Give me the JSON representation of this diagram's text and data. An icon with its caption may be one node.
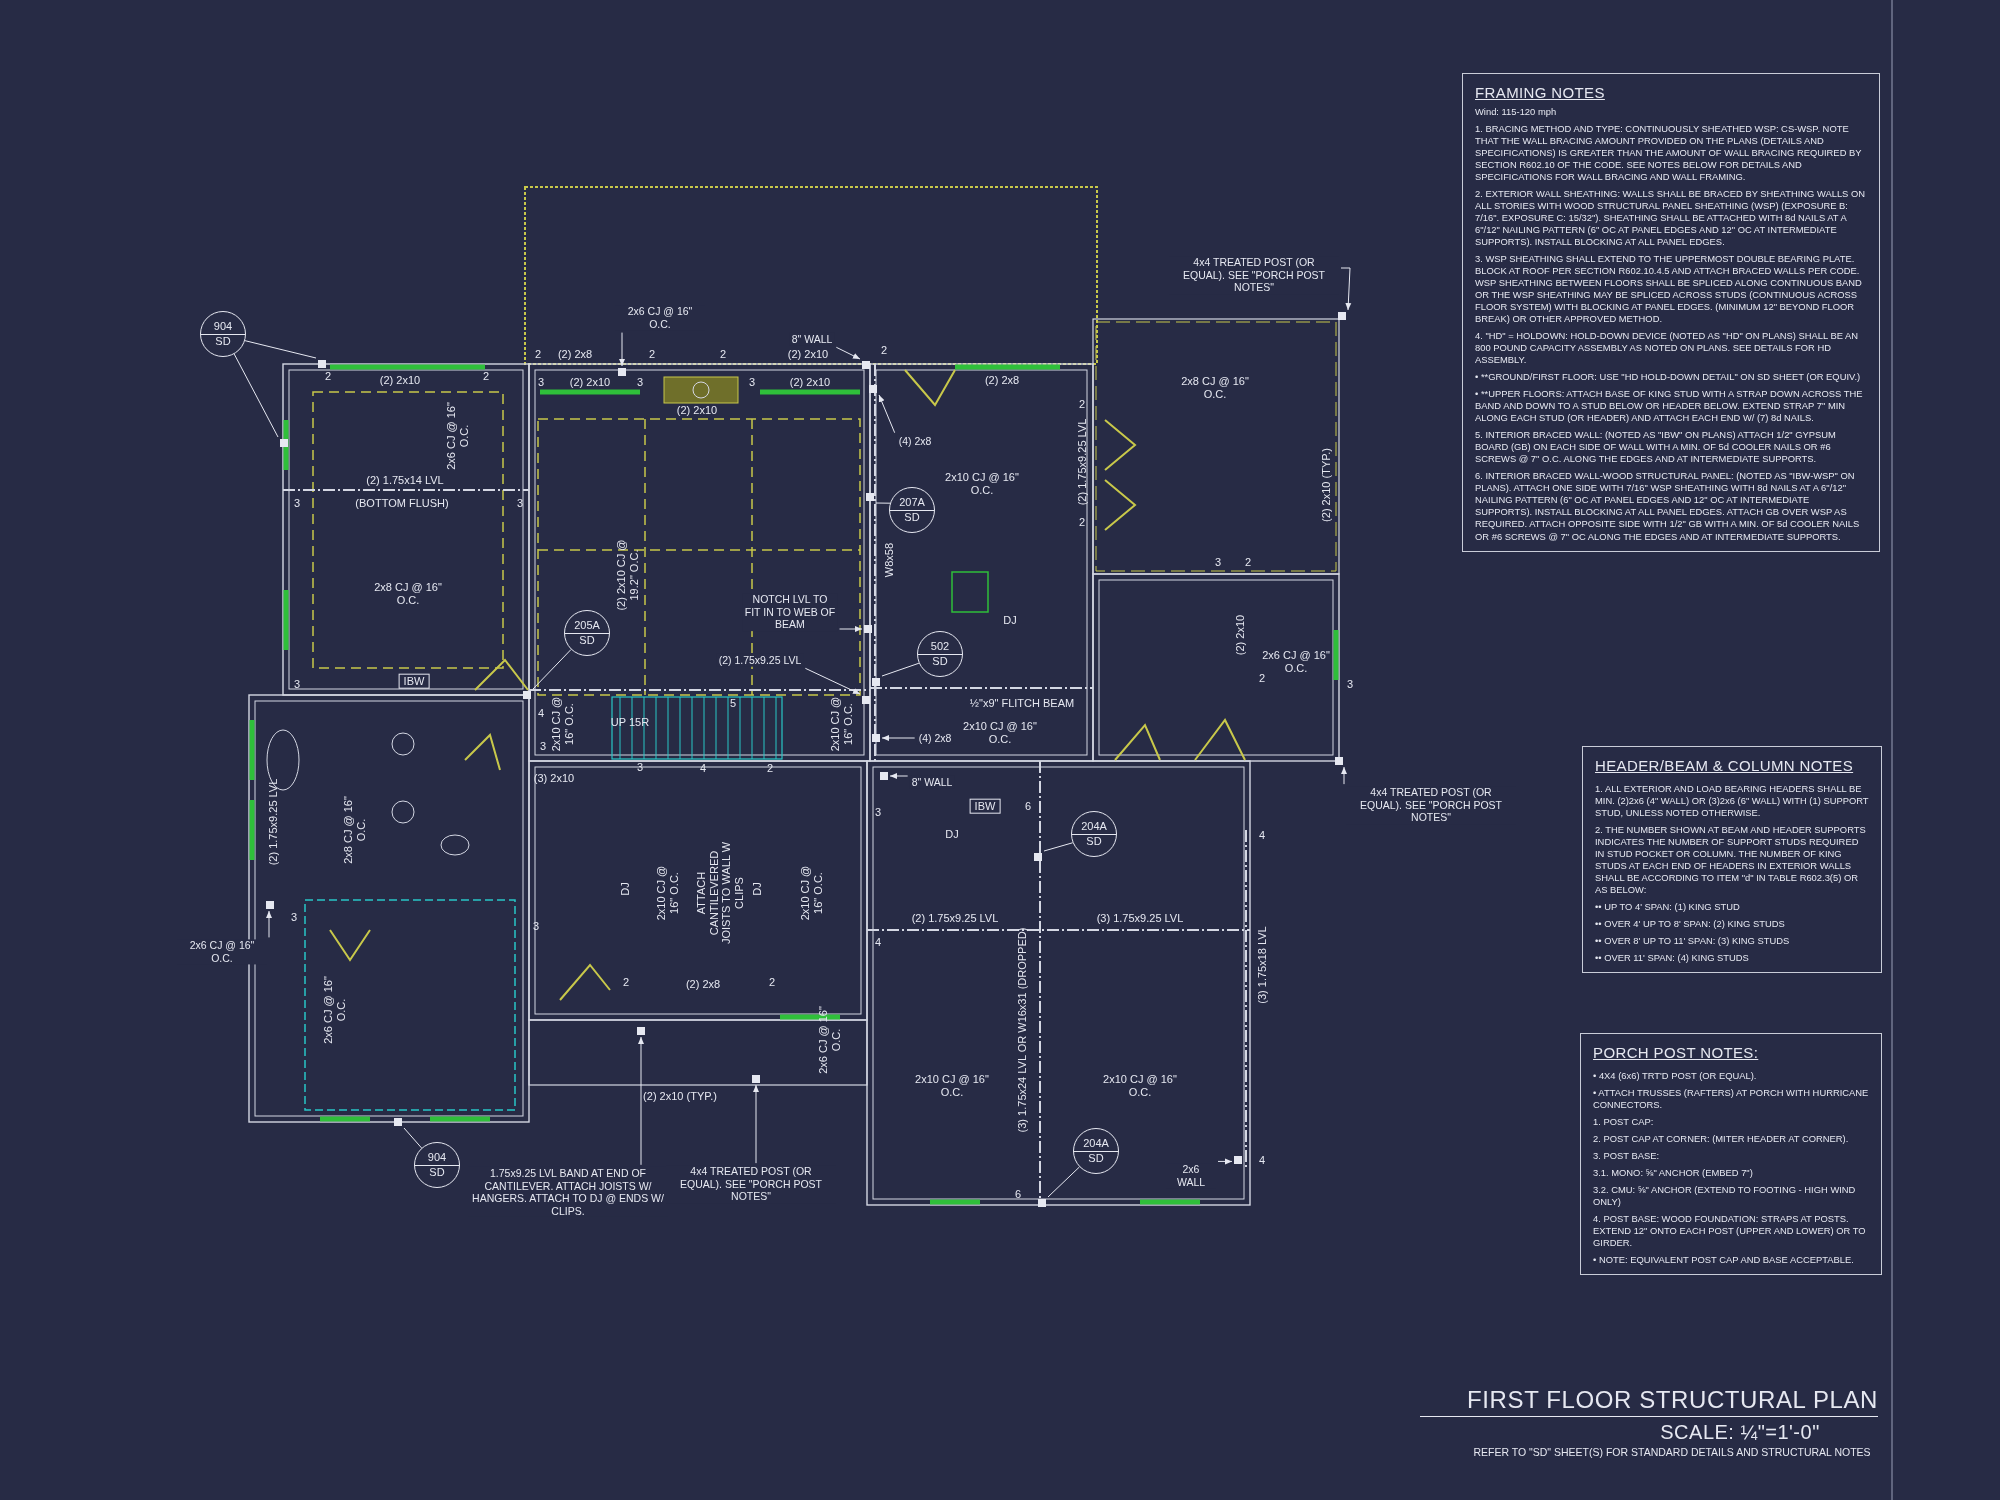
{
  "diagram": {
    "title": "FIRST FLOOR STRUCTURAL PLAN",
    "nodes": [
      {
        "text": [
          "FRAMING NOTES",
          "Wind: 115-120 mph",
          "1. BRACING METHOD AND TYPE: CONTINUOUSLY SHEATHED WSP: CS-WSP. NOTE THAT THE WALL BRACING AMOUNT PROVIDED ON THE PLANS (DETAILS AND SPECIFICATIONS) IS GREATER THAN THE AMOUNT OF WALL BRACING REQUIRED BY SECTION R602.10 OF THE CODE. SEE NOTES BELOW FOR DETAILS AND SPECIFICATIONS FOR WALL BRACING AND WALL FRAMING.",
          "2. EXTERIOR WALL SHEATHING: WALLS SHALL BE BRACED BY SHEATHING WALLS ON ALL STORIES WITH WOOD STRUCTURAL PANEL SHEATHING (WSP) (EXPOSURE B: 7/16\". EXPOSURE C: 15/32\"). SHEATHING SHALL BE ATTACHED WITH 8d NAILS AT A 6\"/12\" NAILING PATTERN (6\" OC AT PANEL EDGES AND 12\" OC AT INTERMEDIATE SUPPORTS). INSTALL BLOCKING AT ALL PANEL EDGES.",
          "3. WSP SHEATHING SHALL EXTEND TO THE UPPERMOST DOUBLE BEARING PLATE. BLOCK AT ROOF PER SECTION R602.10.4.5 AND ATTACH BRACED WALLS PER CODE. WSP SHEATHING BETWEEN FLOORS SHALL BE SPLICED ALONG CONTINUOUS BAND OR THE WSP SHEATHING MAY BE SPLICED ACROSS STUDS (CONTINUOUS ACROSS FLOOR SYSTEM) WITH BLOCKING AT PANEL EDGES. (MINIMUM 12\" BEYOND FLOOR BREAK) OR OTHER APPROVED METHOD.",
          "4. \"HD\" = HOLDOWN: HOLD-DOWN DEVICE (NOTED AS \"HD\" ON PLANS) SHALL BE AN 800 POUND CAPACITY ASSEMBLY AS NOTED ON PLANS. SEE DETAILS FOR HD ASSEMBLY.",
          "• **GROUND/FIRST FLOOR: USE \"HD HOLD-DOWN DETAIL\" ON SD SHEET (OR EQUIV.)",
          "• **UPPER FLOORS: ATTACH BASE OF KING STUD WITH A STRAP DOWN ACROSS THE BAND AND DOWN TO A STUD BELOW OR HEADER BELOW. EXTEND STRAP 7\" MIN ALONG EACH STUD (OR HEADER) AND ATTACH EACH END W/ (7) 8d NAILS.",
          "5. INTERIOR BRACED WALL: (NOTED AS \"IBW\" ON PLANS) ATTACH 1/2\" GYPSUM BOARD (GB) ON EACH SIDE OF WALL WITH A MIN. OF 5d COOLER NAILS OR #6 SCREWS @ 7\" O.C. ALONG THE EDGES AND AT INTERMEDIATE SUPPORTS.",
          "6. INTERIOR BRACED WALL-WOOD STRUCTURAL PANEL: (NOTED AS \"IBW-WSP\" ON PLANS). ATTACH ONE SIDE WITH 7/16\" WSP SHEATHING WITH 8d NAILS AT A 6\"/12\" NAILING PATTERN (6\" OC AT PANEL EDGES AND 12\" OC AT INTERMEDIATE SUPPORTS). INSTALL BLOCKING AT ALL PANEL EDGES. ATTACH GB OVER WSP AS REQUIRED. ATTACH OPPOSITE SIDE WITH 1/2\" GB WITH A MIN. OF 5d COOLER NAILS OR #6 SCREWS @ 7\" OC ALONG THE EDGES AND AT INTERMEDIATE SUPPORTS."
        ]
      },
      {
        "text": [
          "HEADER/BEAM & COLUMN NOTES",
          "1. ALL EXTERIOR AND LOAD BEARING HEADERS SHALL BE MIN. (2)2x6 (4\" WALL) OR (3)2x6 (6\" WALL) WITH (1) SUPPORT STUD, UNLESS NOTED OTHERWISE.",
          "2. THE NUMBER SHOWN AT BEAM AND HEADER SUPPORTS INDICATES THE NUMBER OF SUPPORT STUDS REQUIRED IN STUD POCKET OR COLUMN. THE NUMBER OF KING STUDS AT EACH END OF HEADERS IN EXTERIOR WALLS SHALL BE ACCORDING TO ITEM \"d\" IN TABLE R602.3(5) OR AS BELOW:",
          "•• UP TO 4' SPAN: (1) KING STUD",
          "•• OVER 4' UP TO 8' SPAN: (2) KING STUDS",
          "•• OVER 8' UP TO 11' SPAN: (3) KING STUDS",
          "•• OVER 11' SPAN: (4) KING STUDS"
        ]
      },
      {
        "text": [
          "PORCH POST NOTES:",
          "• 4X4 (6x6) TRT'D POST (OR EQUAL).",
          "• ATTACH TRUSSES (RAFTERS) AT PORCH WITH HURRICANE CONNECTORS.",
          "1. POST CAP:",
          "2. POST CAP AT CORNER: (MITER HEADER AT CORNER).",
          "3. POST BASE:",
          "3.1. MONO: ⅝\" ANCHOR (EMBED 7\")",
          "3.2. CMU: ⅝\" ANCHOR (EXTEND TO FOOTING - HIGH WIND ONLY)",
          "4. POST BASE: WOOD FOUNDATION: STRAPS AT POSTS. EXTEND 12\" ONTO EACH POST (UPPER AND LOWER) OR TO GIRDER.",
          "• NOTE: EQUIVALENT POST CAP AND BASE ACCEPTABLE."
        ]
      },
      {
        "text": [
          "904",
          "SD"
        ]
      },
      {
        "text": [
          "2x6 CJ @ 16\" O.C."
        ]
      },
      {
        "text": [
          "8\" WALL"
        ]
      },
      {
        "text": [
          "(4) 2x8"
        ]
      },
      {
        "text": [
          "207A",
          "SD"
        ]
      },
      {
        "text": [
          "4x4 TREATED POST (OR EQUAL). SEE \"PORCH POST NOTES\""
        ]
      },
      {
        "text": [
          "NOTCH LVL TO FIT IN TO WEB OF BEAM"
        ]
      },
      {
        "text": [
          "205A",
          "SD"
        ]
      },
      {
        "text": [
          "(2) 1.75x9.25 LVL"
        ]
      },
      {
        "text": [
          "502",
          "SD"
        ]
      },
      {
        "text": [
          "(4) 2x8"
        ]
      },
      {
        "text": [
          "8\" WALL"
        ]
      },
      {
        "text": [
          "4x4 TREATED POST (OR EQUAL). SEE \"PORCH POST NOTES\""
        ]
      },
      {
        "text": [
          "204A",
          "SD"
        ]
      },
      {
        "text": [
          "2x6 CJ @ 16\" O.C."
        ]
      },
      {
        "text": [
          "2x6 WALL"
        ]
      },
      {
        "text": [
          "904",
          "SD"
        ]
      },
      {
        "text": [
          "204A",
          "SD"
        ]
      },
      {
        "text": [
          "1.75x9.25 LVL BAND AT END OF CANTILEVER. ATTACH JOISTS W/ HANGERS. ATTACH TO DJ @ ENDS W/ CLIPS."
        ]
      },
      {
        "text": [
          "4x4 TREATED POST (OR EQUAL). SEE \"PORCH POST NOTES\""
        ]
      },
      {
        "text": [],
        "shape": "box"
      },
      {
        "text": [],
        "shape": "box"
      },
      {
        "text": [],
        "shape": "box"
      },
      {
        "text": [],
        "shape": "box"
      },
      {
        "text": [],
        "shape": "box"
      },
      {
        "text": [],
        "shape": "box"
      },
      {
        "text": [],
        "shape": "box"
      },
      {
        "text": [],
        "shape": "box"
      },
      {
        "text": [],
        "shape": "box"
      },
      {
        "text": [],
        "shape": "box"
      },
      {
        "text": [],
        "shape": "box"
      },
      {
        "text": [],
        "shape": "box"
      },
      {
        "text": [],
        "shape": "box"
      },
      {
        "text": [],
        "shape": "box"
      },
      {
        "text": [],
        "shape": "box"
      },
      {
        "text": [],
        "shape": "box"
      },
      {
        "text": [],
        "shape": "box"
      },
      {
        "text": [],
        "shape": "box"
      },
      {
        "text": [],
        "shape": "box"
      },
      {
        "text": [],
        "shape": "box"
      },
      {
        "text": [],
        "shape": "box"
      }
    ],
    "edges": [
      {
        "from": 3,
        "to": 23,
        "arrow": "none"
      },
      {
        "from": 3,
        "to": 24,
        "arrow": "none"
      },
      {
        "from": 4,
        "to": 25,
        "arrow": "to"
      },
      {
        "from": 5,
        "to": 26,
        "arrow": "to"
      },
      {
        "from": 6,
        "to": 27,
        "arrow": "to"
      },
      {
        "from": 7,
        "to": 28,
        "arrow": "none"
      },
      {
        "from": 8,
        "to": 29,
        "arrow": "to"
      },
      {
        "from": 9,
        "to": 30,
        "arrow": "to"
      },
      {
        "from": 10,
        "to": 31,
        "arrow": "none"
      },
      {
        "from": 11,
        "to": 32,
        "arrow": "to"
      },
      {
        "from": 12,
        "to": 33,
        "arrow": "none"
      },
      {
        "from": 13,
        "to": 34,
        "arrow": "to"
      },
      {
        "from": 14,
        "to": 35,
        "arrow": "to"
      },
      {
        "from": 15,
        "to": 36,
        "arrow": "to"
      },
      {
        "from": 16,
        "to": 37,
        "arrow": "none"
      },
      {
        "from": 17,
        "to": 38,
        "arrow": "to"
      },
      {
        "from": 18,
        "to": 39,
        "arrow": "to"
      },
      {
        "from": 19,
        "to": 40,
        "arrow": "none"
      },
      {
        "from": 20,
        "to": 41,
        "arrow": "none"
      },
      {
        "from": 21,
        "to": 42,
        "arrow": "to"
      },
      {
        "from": 22,
        "to": 43,
        "arrow": "to"
      }
    ],
    "labels": [
      "2",
      "(2) 2x10",
      "2",
      "2",
      "(2) 2x8",
      "2",
      "2",
      "(2) 2x10",
      "2",
      "3",
      "(2) 2x10",
      "3",
      "3",
      "(2) 2x10",
      "(2) 2x10",
      "(2) 2x8",
      "2x6 CJ @ 16\" O.C.",
      "(2) 1.75x14 LVL",
      "3",
      "(BOTTOM FLUSH)",
      "3",
      "2x8 CJ @ 16\" O.C.",
      "(2) 2x10 CJ @ 19.2\" O.C.",
      "2x8 CJ @ 16\" O.C.",
      "(2) 1.75x9.25 LVL",
      "2",
      "2",
      "2x10 CJ @ 16\" O.C.",
      "W8x58",
      "(2) 2x10 (TYP.)",
      "3",
      "2",
      "DJ",
      "(2) 2x10",
      "2x6 CJ @ 16\" O.C.",
      "2",
      "3",
      "½\"x9\" FLITCH BEAM",
      "3",
      "IBW",
      "4",
      "5",
      "UP 15R",
      "2x10 CJ @ 16\" O.C.",
      "2x10 CJ @ 16\" O.C.",
      "2x10 CJ @ 16\" O.C.",
      "(3) 2x10",
      "3",
      "3",
      "4",
      "2",
      "(2) 1.75x9.25 LVL",
      "2x8 CJ @ 16\" O.C.",
      "IBW",
      "3",
      "6",
      "DJ",
      "3",
      "3",
      "DJ",
      "2x10 CJ @ 16\" O.C.",
      "ATTACH CANTILEVERED JOISTS TO WALL W CLIPS",
      "DJ",
      "2x10 CJ @ 16\" O.C.",
      "(2) 1.75x9.25 LVL",
      "(3) 1.75x9.25 LVL",
      "4",
      "4",
      "(3) 1.75x18 LVL",
      "2",
      "(2) 2x8",
      "2",
      "(3) 1.75x24 LVL OR W16x31 (DROPPED)",
      "2x6 CJ @ 16\" O.C.",
      "2x6 CJ @ 16\" O.C.",
      "(2) 2x10 (TYP.)",
      "2x10 CJ @ 16\" O.C.",
      "2x10 CJ @ 16\" O.C.",
      "6",
      "4",
      "SCALE: ¼\"=1'-0\"",
      "REFER TO \"SD\" SHEET(S) FOR STANDARD DETAILS AND STRUCTURAL NOTES"
    ]
  }
}
